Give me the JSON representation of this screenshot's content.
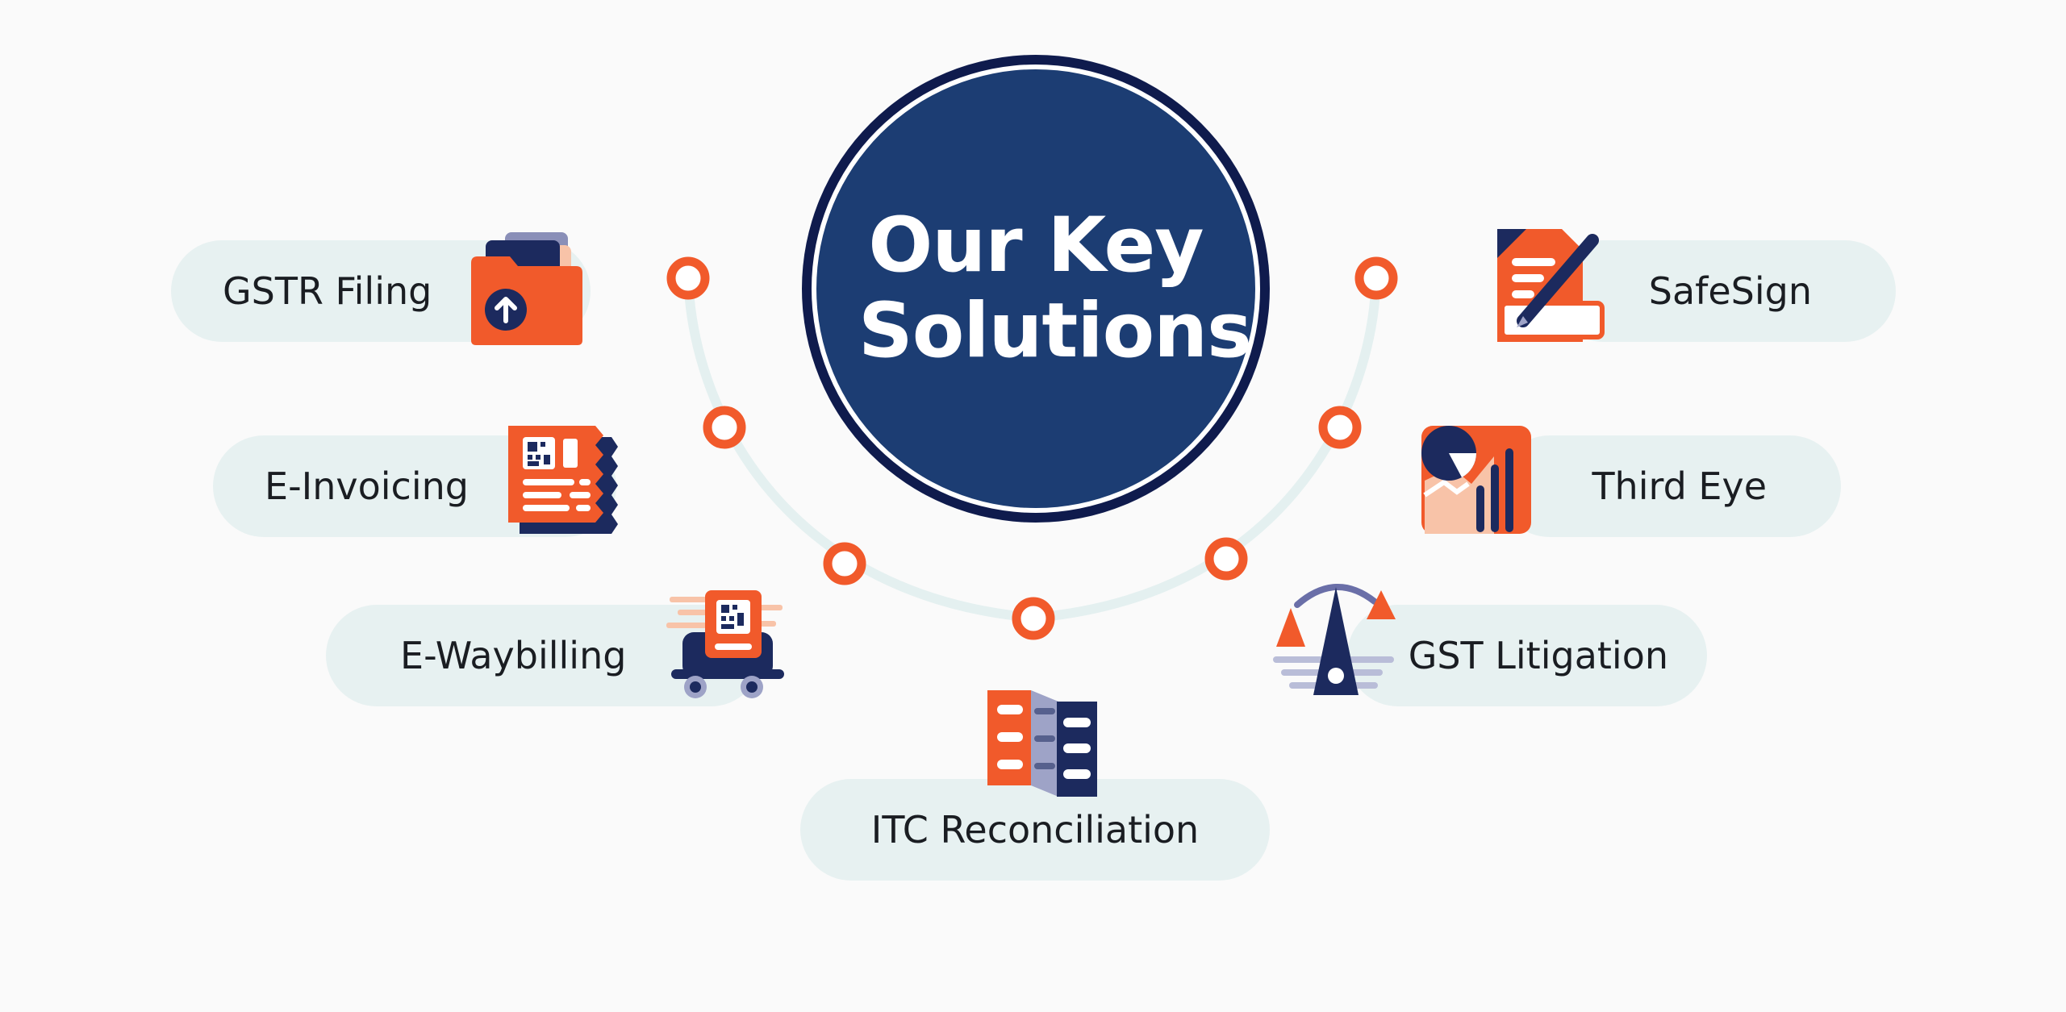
{
  "hub": {
    "title": "Our Key Solutions"
  },
  "solutions": {
    "gstr_filing": "GSTR Filing",
    "e_invoicing": "E-Invoicing",
    "e_waybilling": "E-Waybilling",
    "itc_reconciliation": "ITC Reconciliation",
    "gst_litigation": "GST Litigation",
    "third_eye": "Third Eye",
    "safesign": "SafeSign"
  },
  "colors": {
    "navy": "#1c3d73",
    "dark_navy": "#0f1b4d",
    "accent_orange": "#f15a2b",
    "pill_bg": "#e7f1f1",
    "arc": "#e4f0f0"
  }
}
